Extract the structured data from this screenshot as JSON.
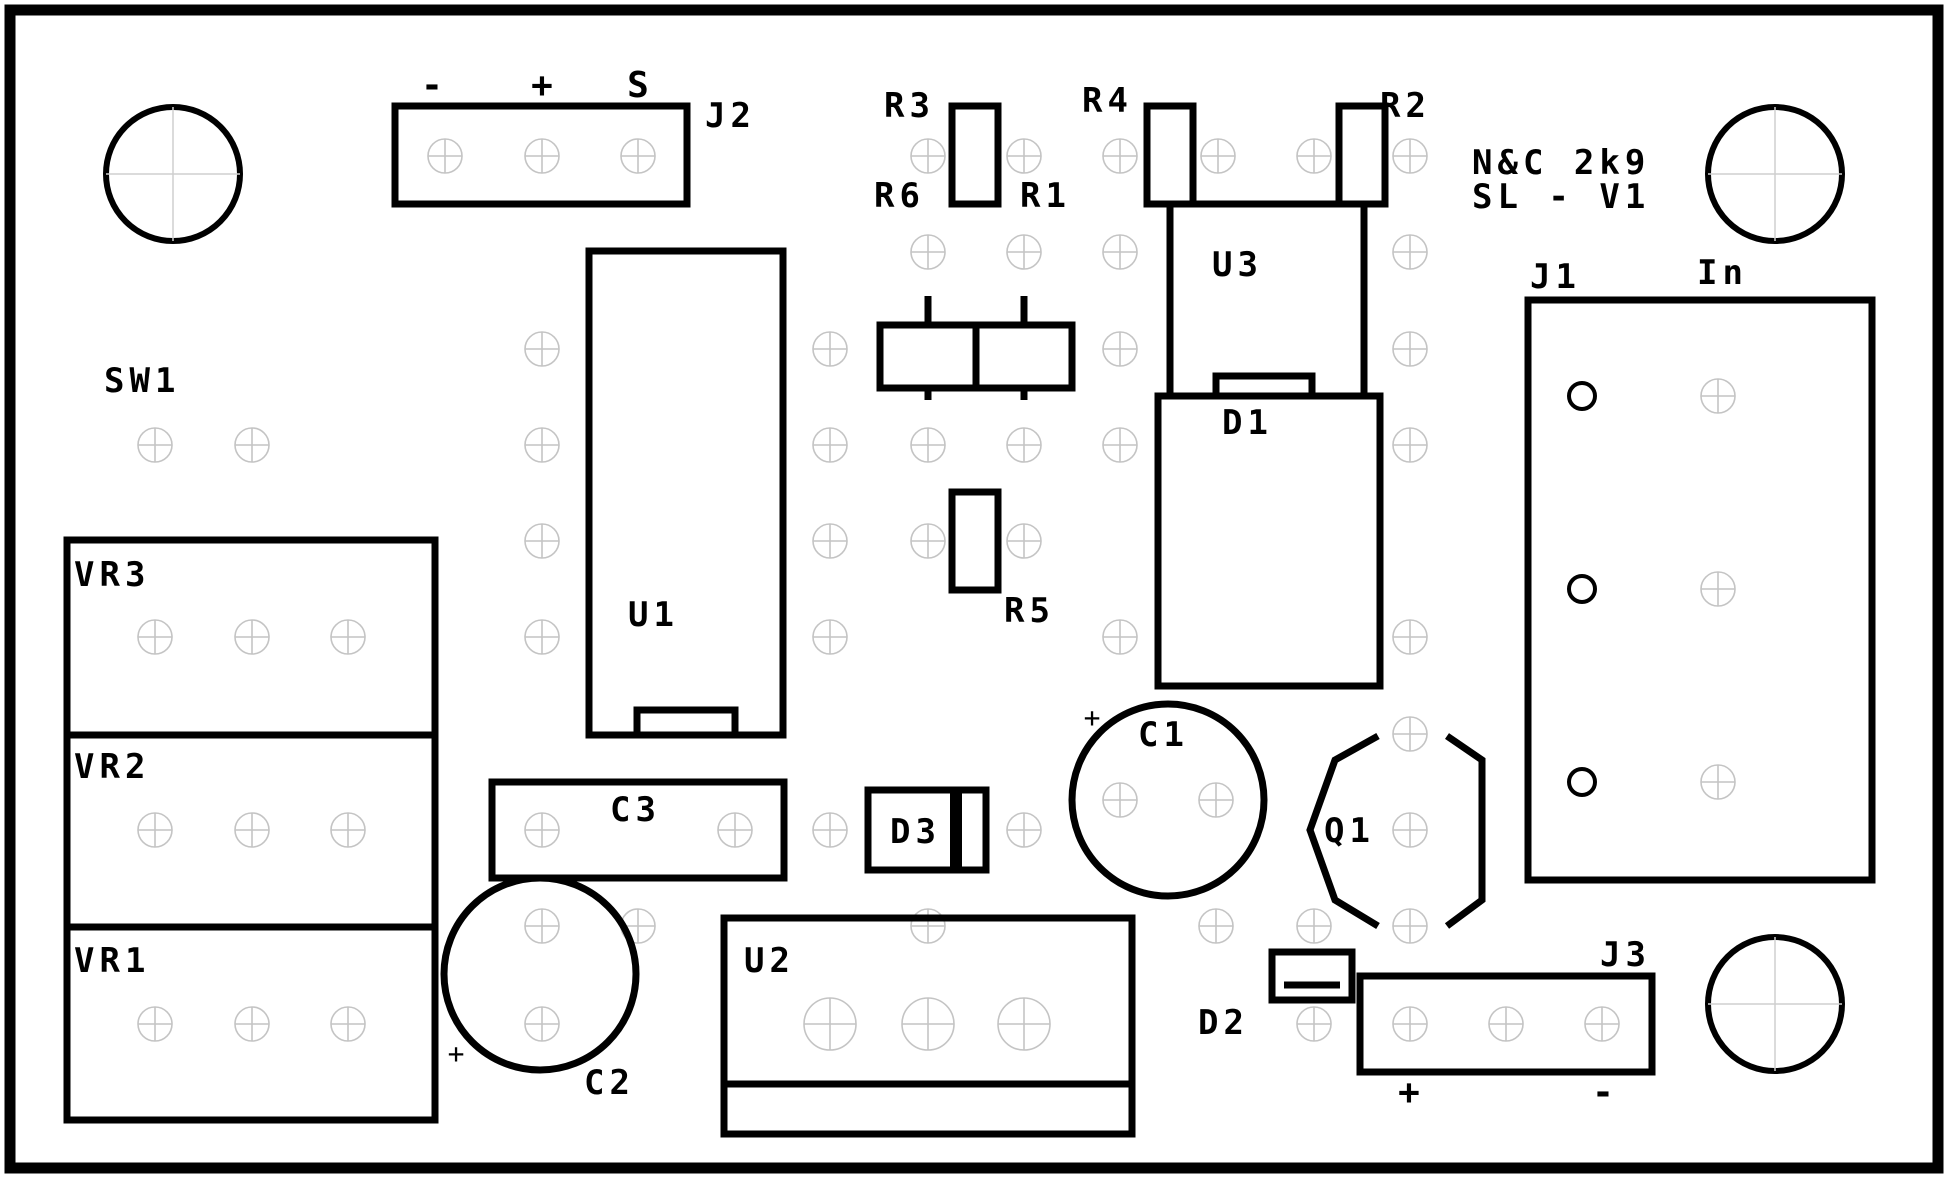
{
  "board": {
    "revision_line1": "N&C 2k9",
    "revision_line2": "SL - V1"
  },
  "components": {
    "J2": "J2",
    "J2_pins": [
      "-",
      "+",
      "S"
    ],
    "R3": "R3",
    "R4": "R4",
    "R2": "R2",
    "R6": "R6",
    "R1": "R1",
    "U3": "U3",
    "D1": "D1",
    "SW1": "SW1",
    "U1": "U1",
    "R5": "R5",
    "J1": "J1",
    "J1_in": "In",
    "VR3": "VR3",
    "VR2": "VR2",
    "VR1": "VR1",
    "C3": "C3",
    "D3": "D3",
    "C1": "C1",
    "Q1": "Q1",
    "U2": "U2",
    "C2": "C2",
    "D2": "D2",
    "J3": "J3",
    "J3_pins": [
      "+",
      "-"
    ],
    "polarity_plus": "+"
  }
}
